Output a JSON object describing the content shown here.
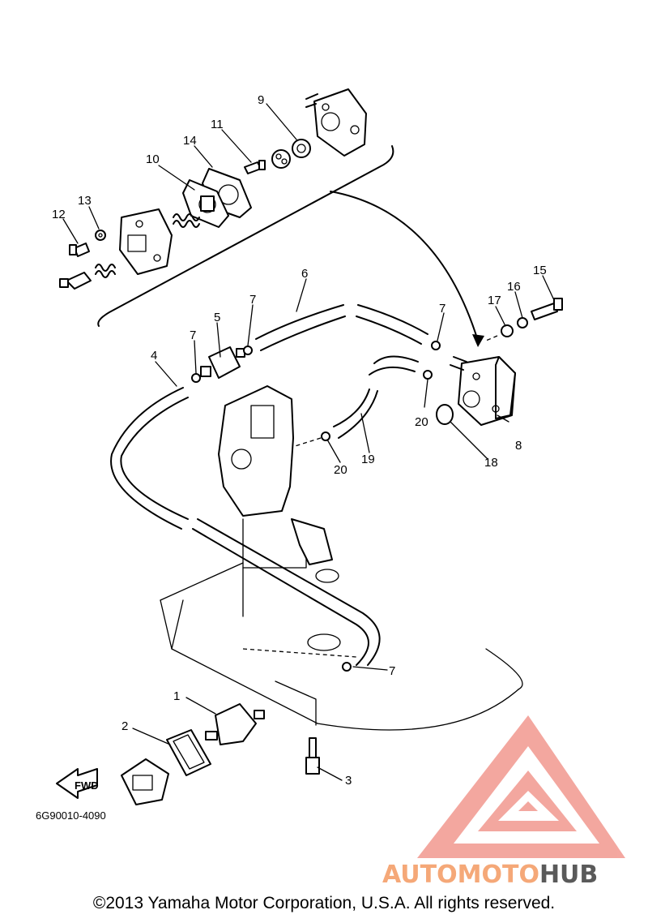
{
  "diagram": {
    "code": "6G90010-4090",
    "fwd_label": "FWD",
    "callouts": {
      "c1": "1",
      "c2": "2",
      "c3": "3",
      "c4": "4",
      "c5": "5",
      "c6": "6",
      "c7a": "7",
      "c7b": "7",
      "c7c": "7",
      "c7d": "7",
      "c8": "8",
      "c9": "9",
      "c10": "10",
      "c11": "11",
      "c12": "12",
      "c13": "13",
      "c14": "14",
      "c15": "15",
      "c16": "16",
      "c17": "17",
      "c18": "18",
      "c19": "19",
      "c20a": "20",
      "c20b": "20"
    }
  },
  "watermark": {
    "part1": "AUTOMOTO",
    "part2": "HUB",
    "color_primary": "#f08a80",
    "color_secondary": "#5a5a5a",
    "color_accent": "#f5c060"
  },
  "footer": {
    "copyright": "©2013 Yamaha Motor Corporation, U.S.A. All rights reserved."
  }
}
